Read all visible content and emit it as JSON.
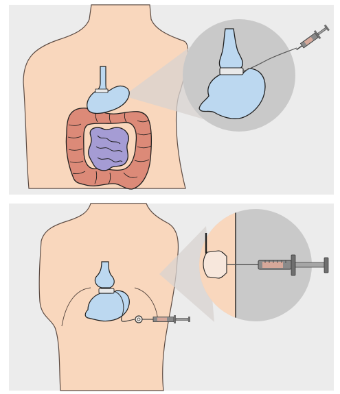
{
  "figure": {
    "panels": [
      {
        "id": "gastric-band",
        "components": [
          "torso",
          "esophagus",
          "stomach",
          "large-intestine",
          "small-intestine",
          "magnified-inset",
          "adjustable-band",
          "tubing",
          "syringe"
        ]
      },
      {
        "id": "band-access-port",
        "components": [
          "torso",
          "esophagus",
          "stomach",
          "adjustable-band",
          "tubing",
          "access-port",
          "syringe",
          "magnified-inset",
          "skin-layer",
          "needle"
        ]
      }
    ],
    "colors": {
      "background": "#ececec",
      "skin": "#f9d7bd",
      "organ_outline": "#1e1e1e",
      "stomach": "#bcd8f0",
      "large_intestine": "#dc8a78",
      "small_intestine": "#a59cd4",
      "inset_circle": "#c9c9c9",
      "band": "#e9e9e9",
      "syringe_metal": "#8a8a8a",
      "syringe_plunger": "#d6a89a"
    }
  }
}
